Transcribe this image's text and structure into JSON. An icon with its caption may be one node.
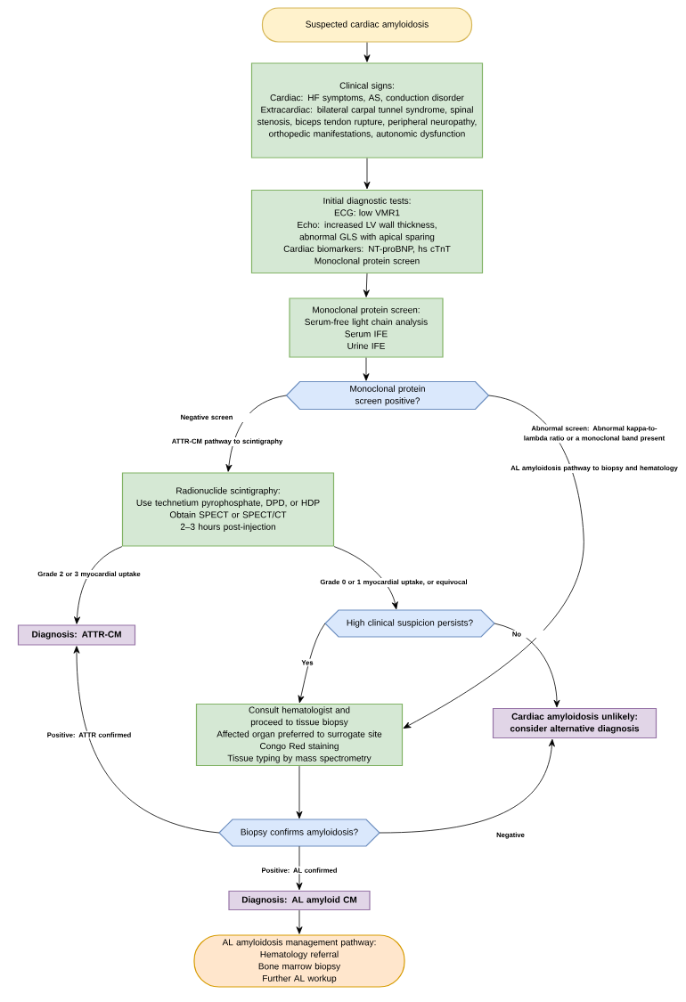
{
  "diagram": {
    "nodes": [
      {
        "text": [
          "Suspected cardiac amyloidosis"
        ]
      },
      {
        "text": [
          "Clinical signs:",
          "Cardiac: HF symptoms, AS, conduction disorder",
          "Extracardiac: bilateral carpal tunnel syndrome, spinal stenosis, biceps tendon rupture, peripheral neuropathy, orthopedic manifestations, autonomic dysfunction"
        ]
      },
      {
        "text": [
          "Initial diagnostic tests:",
          "ECG: low VMR1",
          "Echo: increased LV wall thickness, abnormal GLS with apical sparing",
          "Cardiac biomarkers: NT-proBNP, hs cTnT",
          "Monoclonal protein screen"
        ]
      },
      {
        "text": [
          "Monoclonal protein screen:",
          "Serum-free light chain analysis",
          "Serum IFE",
          "Urine IFE"
        ]
      },
      {
        "text": [
          "Monoclonal protein screen positive?"
        ]
      },
      {
        "text": [
          "Radionuclide scintigraphy:",
          "Use technetium pyrophosphate, DPD, or HDP",
          "Obtain SPECT or SPECT/CT 2–3 hours post-injection"
        ]
      },
      {
        "text": [
          "Diagnosis: ATTR-CM"
        ]
      },
      {
        "text": [
          "High clinical suspicion persists?"
        ]
      },
      {
        "text": [
          "Consult hematologist and proceed to tissue biopsy",
          "Affected organ preferred to surrogate site",
          "Congo Red staining",
          "Tissue typing by mass spectrometry"
        ]
      },
      {
        "text": [
          "Cardiac amyloidosis unlikely: consider alternative diagnosis"
        ]
      },
      {
        "text": [
          "Biopsy confirms amyloidosis?"
        ]
      },
      {
        "text": [
          "Diagnosis: AL amyloid CM"
        ]
      },
      {
        "text": [
          "AL amyloidosis management pathway:",
          "Hematology referral",
          "Bone marrow biopsy",
          "Further AL workup"
        ]
      }
    ],
    "edges": [
      {
        "from": 0,
        "to": 1,
        "arrow": "to"
      },
      {
        "from": 1,
        "to": 2,
        "arrow": "to"
      },
      {
        "from": 2,
        "to": 3,
        "arrow": "to"
      },
      {
        "from": 3,
        "to": 4,
        "arrow": "to"
      },
      {
        "from": 4,
        "to": 5,
        "arrow": "to",
        "label": "Negative screen"
      },
      {
        "from": 4,
        "to": 8,
        "arrow": "to",
        "label": "Abnormal screen: Abnormal kappa-to-lambda ratio or a monoclonal band present"
      },
      {
        "from": 5,
        "to": 6,
        "arrow": "to",
        "label": "Grade 2 or 3 myocardial uptake"
      },
      {
        "from": 5,
        "to": 7,
        "arrow": "to",
        "label": "Grade 0 or 1 myocardial uptake, or equivocal"
      },
      {
        "from": 7,
        "to": 8,
        "arrow": "to",
        "label": "Yes"
      },
      {
        "from": 7,
        "to": 9,
        "arrow": "to",
        "label": "No"
      },
      {
        "from": 8,
        "to": 10,
        "arrow": "to"
      },
      {
        "from": 10,
        "to": 6,
        "arrow": "to",
        "label": "Positive: ATTR confirmed"
      },
      {
        "from": 10,
        "to": 9,
        "arrow": "to",
        "label": "Negative"
      },
      {
        "from": 10,
        "to": 11,
        "arrow": "to",
        "label": "Positive: AL confirmed"
      },
      {
        "from": 11,
        "to": 12,
        "arrow": "to"
      }
    ],
    "labels": [
      "ATTR-CM pathway to scintigraphy",
      "AL amyloidosis pathway to biopsy and hematology"
    ]
  }
}
